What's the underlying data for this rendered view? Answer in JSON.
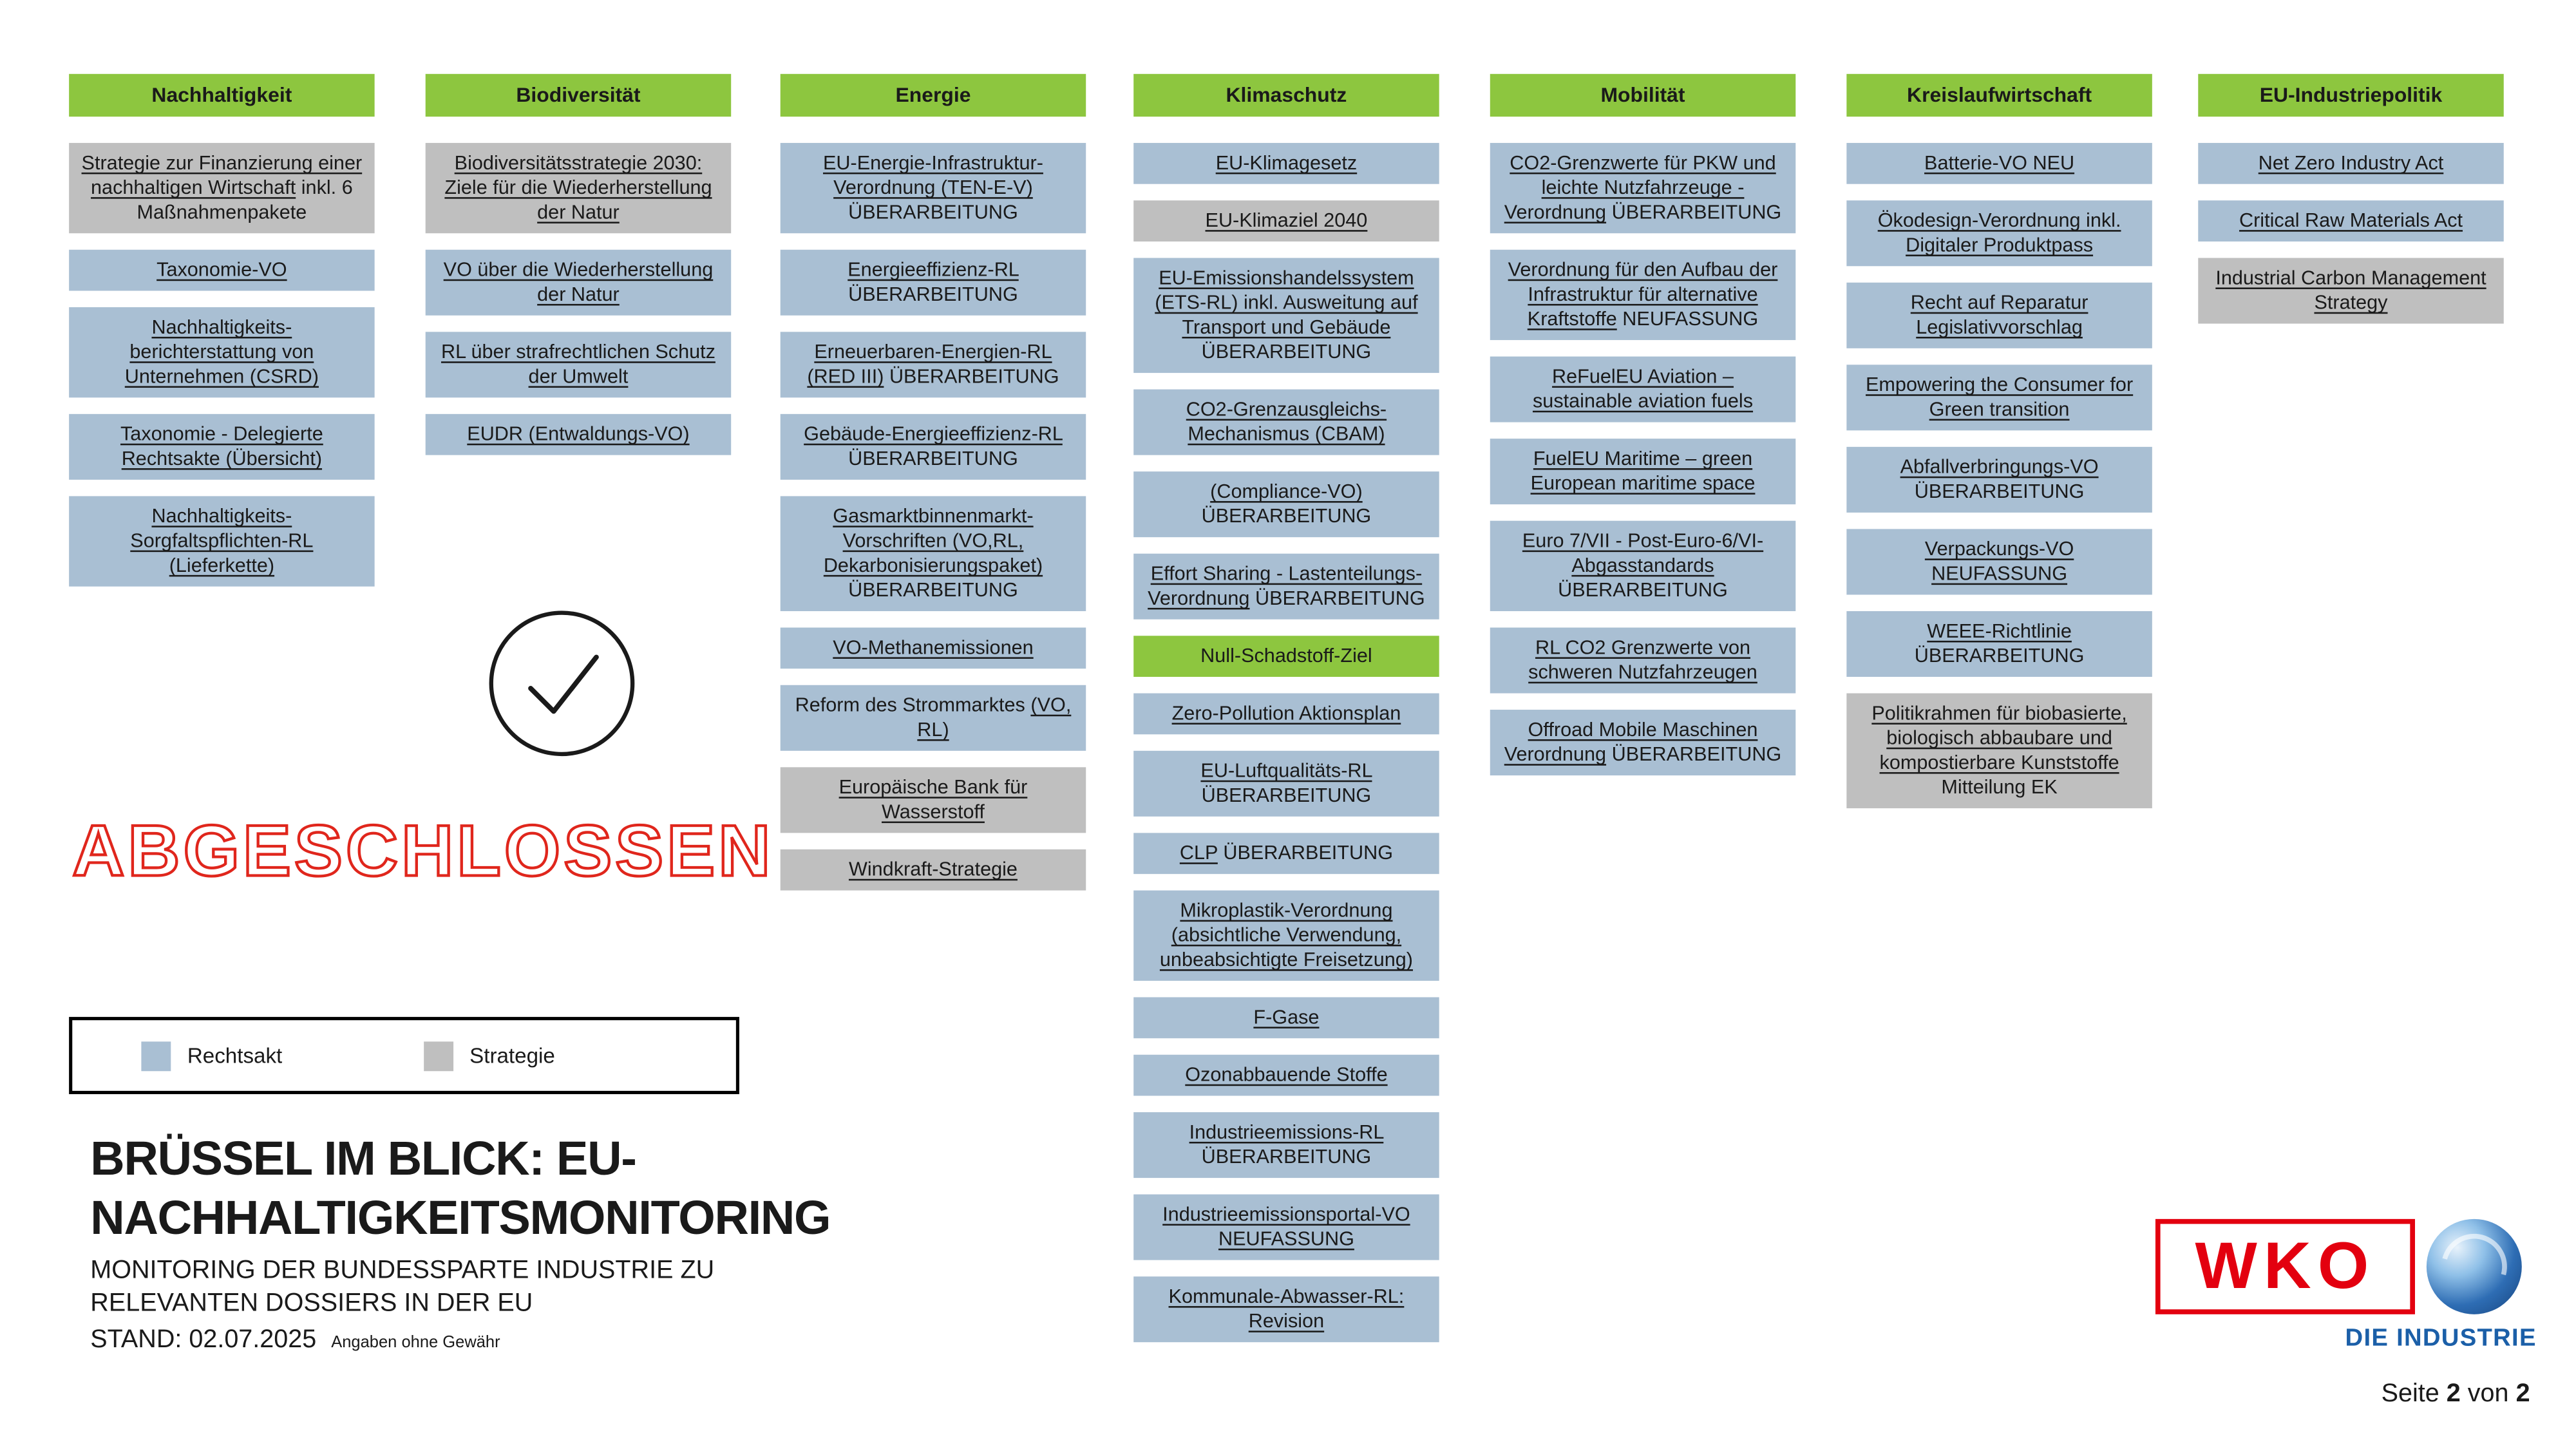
{
  "colors": {
    "green": "#8dc63f",
    "blue": "#a9bfd3",
    "gray": "#bfbfbf",
    "red": "#e0261c",
    "logo_red": "#e3000f",
    "logo_blue": "#1b5fa8"
  },
  "icons": {
    "check": "check-circle-icon",
    "globe": "wko-globe-icon"
  },
  "stamp": {
    "text": "ABGESCHLOSSEN"
  },
  "legend": {
    "rechtsakt": "Rechtsakt",
    "strategie": "Strategie"
  },
  "title": {
    "heading_line1": "BRÜSSEL IM BLICK: EU-",
    "heading_line2": "NACHHALTIGKEITSMONITORING",
    "subtitle_line1": "MONITORING DER BUNDESSPARTE INDUSTRIE ZU",
    "subtitle_line2": "RELEVANTEN DOSSIERS IN DER EU",
    "stand": "STAND: 02.07.2025",
    "disclaimer": "Angaben ohne Gewähr"
  },
  "logo": {
    "wordmark": "WKO",
    "tagline": "DIE INDUSTRIE"
  },
  "footer": {
    "seite": "Seite",
    "page": "2",
    "von": "von",
    "total": "2"
  },
  "columns": [
    {
      "header": "Nachhaltigkeit",
      "items": [
        {
          "label": "Strategie zur Finanzierung einer nachhaltigen Wirtschaft",
          "status": "inkl. 6 Maßnahmenpakete",
          "type": "strategie"
        },
        {
          "label": "Taxonomie-VO"
        },
        {
          "label": "Nachhaltigkeits-berichterstattung von Unternehmen (CSRD)"
        },
        {
          "label": "Taxonomie - Delegierte Rechtsakte (Übersicht)"
        },
        {
          "label": "Nachhaltigkeits-Sorgfaltspflichten-RL (Lieferkette)"
        }
      ]
    },
    {
      "header": "Biodiversität",
      "items": [
        {
          "label": "Biodiversitätsstrategie 2030: Ziele für die Wiederherstellung der Natur",
          "type": "strategie"
        },
        {
          "label": "VO über die Wiederherstellung der Natur"
        },
        {
          "label": "RL über strafrechtlichen Schutz der Umwelt"
        },
        {
          "label": "EUDR (Entwaldungs-VO)"
        }
      ]
    },
    {
      "header": "Energie",
      "items": [
        {
          "label": "EU-Energie-Infrastruktur-Verordnung (TEN-E-V)",
          "status": "ÜBERARBEITUNG"
        },
        {
          "label": "Energieeffizienz-RL",
          "status": "ÜBERARBEITUNG"
        },
        {
          "label": "Erneuerbaren-Energien-RL (RED III)",
          "status": "ÜBERARBEITUNG"
        },
        {
          "label": "Gebäude-Energieeffizienz-RL",
          "status": "ÜBERARBEITUNG"
        },
        {
          "label": "Gasmarktbinnenmarkt-Vorschriften (VO,RL, Dekarbonisierungspaket)",
          "status": "ÜBERARBEITUNG"
        },
        {
          "label": "VO-Methanemissionen"
        },
        {
          "pre": "Reform des Strommarktes",
          "label": "(VO, RL)"
        },
        {
          "label": "Europäische Bank für Wasserstoff",
          "type": "strategie"
        },
        {
          "label": "Windkraft-Strategie",
          "type": "strategie"
        }
      ]
    },
    {
      "header": "Klimaschutz",
      "items": [
        {
          "label": "EU-Klimagesetz"
        },
        {
          "label": "EU-Klimaziel 2040",
          "type": "strategie"
        },
        {
          "label": "EU-Emissionshandelssystem (ETS-RL) inkl. Ausweitung auf Transport und Gebäude",
          "status": "ÜBERARBEITUNG"
        },
        {
          "label": "CO2-Grenzausgleichs-Mechanismus (CBAM)"
        },
        {
          "label": "(Compliance-VO)",
          "status": "ÜBERARBEITUNG"
        },
        {
          "label": "Effort Sharing - Lastenteilungs-Verordnung",
          "status": "ÜBERARBEITUNG"
        },
        {
          "label": "Null-Schadstoff-Ziel",
          "type": "ziel",
          "underline": false
        },
        {
          "label": "Zero-Pollution Aktionsplan"
        },
        {
          "label": "EU-Luftqualitäts-RL",
          "status": "ÜBERARBEITUNG"
        },
        {
          "label": "CLP",
          "status": "ÜBERARBEITUNG"
        },
        {
          "label": "Mikroplastik-Verordnung (absichtliche Verwendung, unbeabsichtigte Freisetzung)"
        },
        {
          "label": "F-Gase"
        },
        {
          "label": "Ozonabbauende Stoffe"
        },
        {
          "label": "Industrieemissions-RL",
          "status": "ÜBERARBEITUNG"
        },
        {
          "label": "Industrieemissionsportal-VO NEUFASSUNG"
        },
        {
          "label": "Kommunale-Abwasser-RL: Revision"
        }
      ]
    },
    {
      "header": "Mobilität",
      "items": [
        {
          "label": "CO2-Grenzwerte für PKW und leichte Nutzfahrzeuge - Verordnung",
          "status": "ÜBERARBEITUNG"
        },
        {
          "label": "Verordnung für den Aufbau der Infrastruktur für alternative Kraftstoffe",
          "status": "NEUFASSUNG"
        },
        {
          "label": "ReFuelEU Aviation – sustainable aviation fuels"
        },
        {
          "label": "FuelEU Maritime – green European maritime space"
        },
        {
          "label": "Euro 7/VII - Post-Euro-6/VI-Abgasstandards",
          "status": "ÜBERARBEITUNG"
        },
        {
          "label": "RL CO2 Grenzwerte von schweren Nutzfahrzeugen"
        },
        {
          "label": "Offroad Mobile Maschinen Verordnung",
          "status": "ÜBERARBEITUNG"
        }
      ]
    },
    {
      "header": "Kreislaufwirtschaft",
      "items": [
        {
          "label": "Batterie-VO NEU"
        },
        {
          "label": "Ökodesign-Verordnung inkl. Digitaler Produktpass"
        },
        {
          "label": "Recht auf Reparatur Legislativvorschlag"
        },
        {
          "label": "Empowering the Consumer for Green transition"
        },
        {
          "label": "Abfallverbringungs-VO",
          "status": "ÜBERARBEITUNG"
        },
        {
          "label": "Verpackungs-VO NEUFASSUNG"
        },
        {
          "label": "WEEE-Richtlinie",
          "status": "ÜBERARBEITUNG"
        },
        {
          "label": "Politikrahmen für biobasierte, biologisch abbaubare und kompostierbare Kunststoffe",
          "status": "Mitteilung EK",
          "type": "strategie"
        }
      ]
    },
    {
      "header": "EU-Industriepolitik",
      "items": [
        {
          "label": "Net Zero Industry Act"
        },
        {
          "label": "Critical Raw Materials Act"
        },
        {
          "label": "Industrial Carbon Management Strategy",
          "type": "strategie"
        }
      ]
    }
  ]
}
